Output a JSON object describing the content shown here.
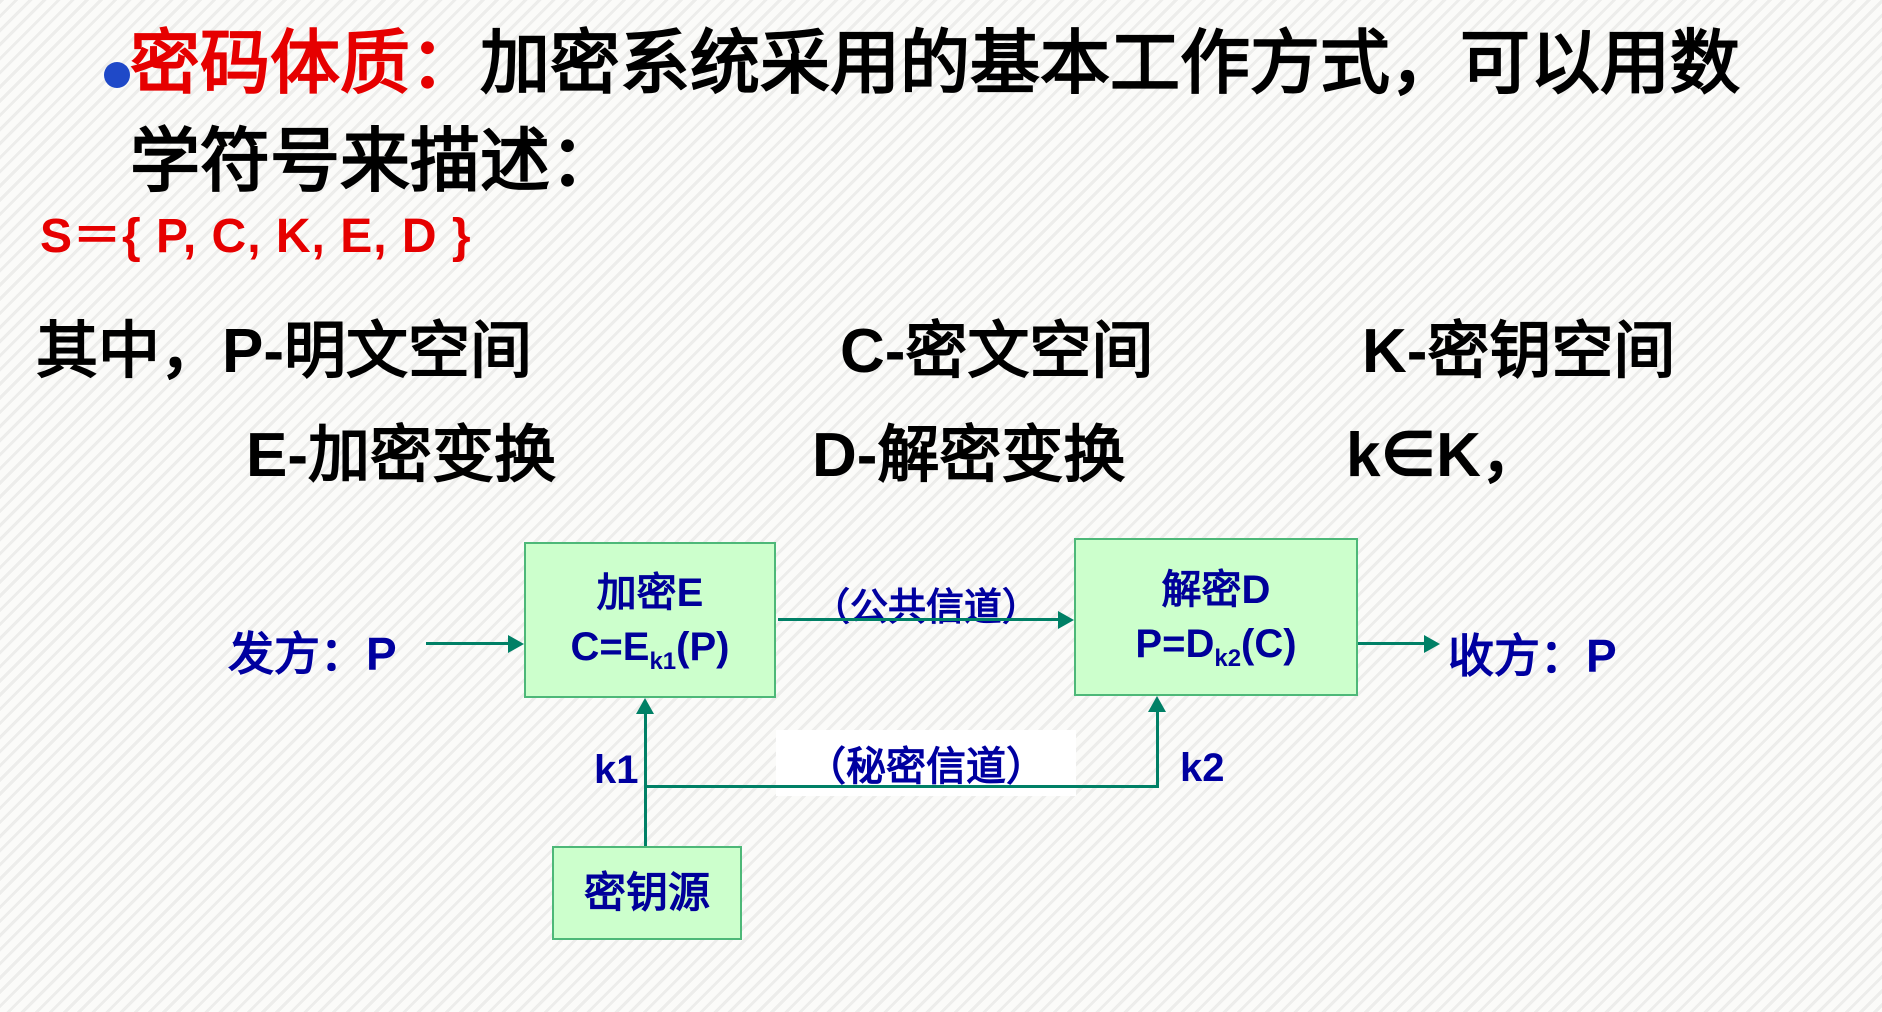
{
  "colors": {
    "accent_red": "#e60000",
    "diagram_blue": "#0000a0",
    "bullet_blue": "#1f49c8",
    "box_fill": "#ccffcc",
    "box_border": "#4db878",
    "arrow_teal": "#008066"
  },
  "title": {
    "keyword": "密码体质：",
    "line1_rest": "加密系统采用的基本工作方式，可以用数",
    "line2": "学符号来描述："
  },
  "formula": "S＝{ P, C, K, E, D }",
  "definitions": {
    "row1": [
      "其中，P-明文空间",
      "C-密文空间",
      "K-密钥空间"
    ],
    "row2": [
      "E-加密变换",
      "D-解密变换",
      "k∈K，"
    ]
  },
  "diagram": {
    "sender_label": "发方：P",
    "receiver_label": "收方：P",
    "encrypt_box": {
      "title": "加密E",
      "formula_base": "C=E",
      "formula_sub": "k1",
      "formula_tail": "(P)"
    },
    "decrypt_box": {
      "title": "解密D",
      "formula_base": "P=D",
      "formula_sub": "k2",
      "formula_tail": "(C)"
    },
    "key_source_label": "密钥源",
    "public_channel_label": "（公共信道）",
    "secret_channel_label": "（秘密信道）",
    "k1_label": "k1",
    "k2_label": "k2"
  }
}
